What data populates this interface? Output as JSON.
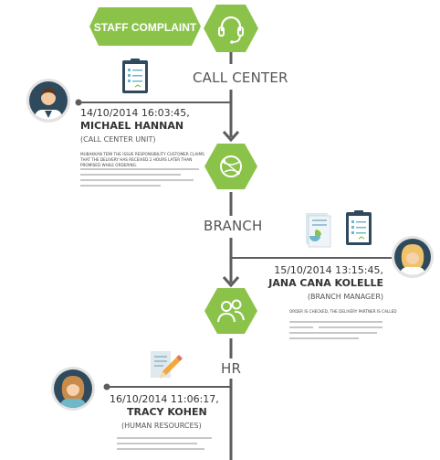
{
  "badge": {
    "label": "STAFF COMPLAINT",
    "color": "#8bc34a"
  },
  "colors": {
    "accent": "#8bc34a",
    "line": "#5d5d5d",
    "avatar_bg": "#2f4a5c"
  },
  "stages": [
    {
      "label": "CALL CENTER",
      "icon": "headset-icon"
    },
    {
      "label": "BRANCH",
      "icon": "network-globe-icon"
    },
    {
      "label": "HR",
      "icon": "people-icon"
    }
  ],
  "entries": [
    {
      "date": "14/10/2014 16:03:45,",
      "name": "MICHAEL HANNAN",
      "role": "(CALL CENTER UNIT)",
      "note": "MUBAKKAN TEMI THE ISSUE RESPONSIBILITY CUSTOMER CLAIMS THAT THE DELIVERY HAS RECEIVED 2 HOURS LATER THAN PROMISED WHILE ORDERING.",
      "avatar": "man-avatar",
      "doc_icon": "clipboard-icon"
    },
    {
      "date": "15/10/2014 13:15:45,",
      "name": "JANA CANA KOLELLE",
      "role": "(BRANCH MANAGER)",
      "note": "ORDER IS CHECKED, THE DELIVERY PARTNER IS CALLED",
      "avatar": "woman-avatar",
      "doc_icon": "report-documents-icon"
    },
    {
      "date": "16/10/2014 11:06:17,",
      "name": "TRACY KOHEN",
      "role": "(HUMAN RESOURCES)",
      "avatar": "woman-avatar",
      "doc_icon": "edit-document-icon"
    }
  ]
}
